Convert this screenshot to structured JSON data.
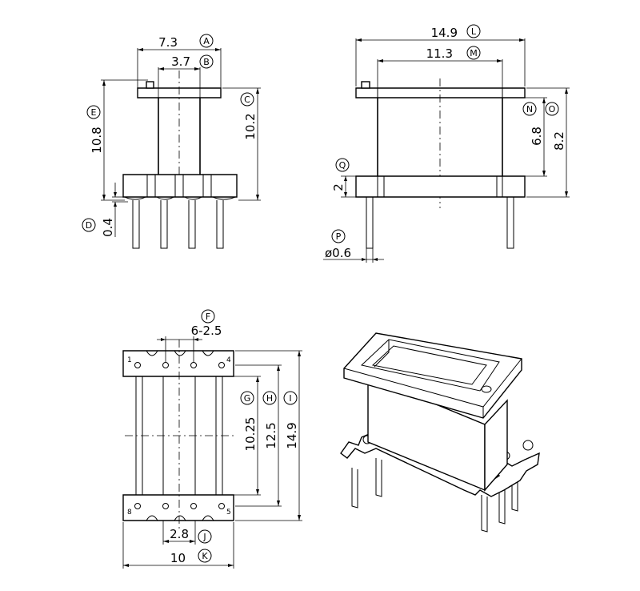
{
  "front_view": {
    "width_outer": "7.3",
    "width_outer_label": "A",
    "width_inner": "3.7",
    "width_inner_label": "B",
    "height_total": "10.8",
    "height_total_label": "E",
    "height_body": "10.2",
    "height_body_label": "C",
    "pin_offset": "0.4",
    "pin_offset_label": "D"
  },
  "side_view": {
    "length_outer": "14.9",
    "length_outer_label": "L",
    "length_inner": "11.3",
    "length_inner_label": "M",
    "height_inner": "6.8",
    "height_inner_label": "N",
    "height_outer": "8.2",
    "height_outer_label": "O",
    "base_height": "2",
    "base_height_label": "Q",
    "pin_diameter": "ø0.6",
    "pin_diameter_label": "P"
  },
  "top_view": {
    "pin_pitch": "6-2.5",
    "pin_pitch_label": "F",
    "dim_g": "10.25",
    "dim_g_label": "G",
    "dim_h": "12.5",
    "dim_h_label": "H",
    "dim_i": "14.9",
    "dim_i_label": "I",
    "slot_width": "2.8",
    "slot_width_label": "J",
    "width_total": "10",
    "width_total_label": "K",
    "pin_numbers": [
      "1",
      "4",
      "8",
      "5"
    ]
  }
}
